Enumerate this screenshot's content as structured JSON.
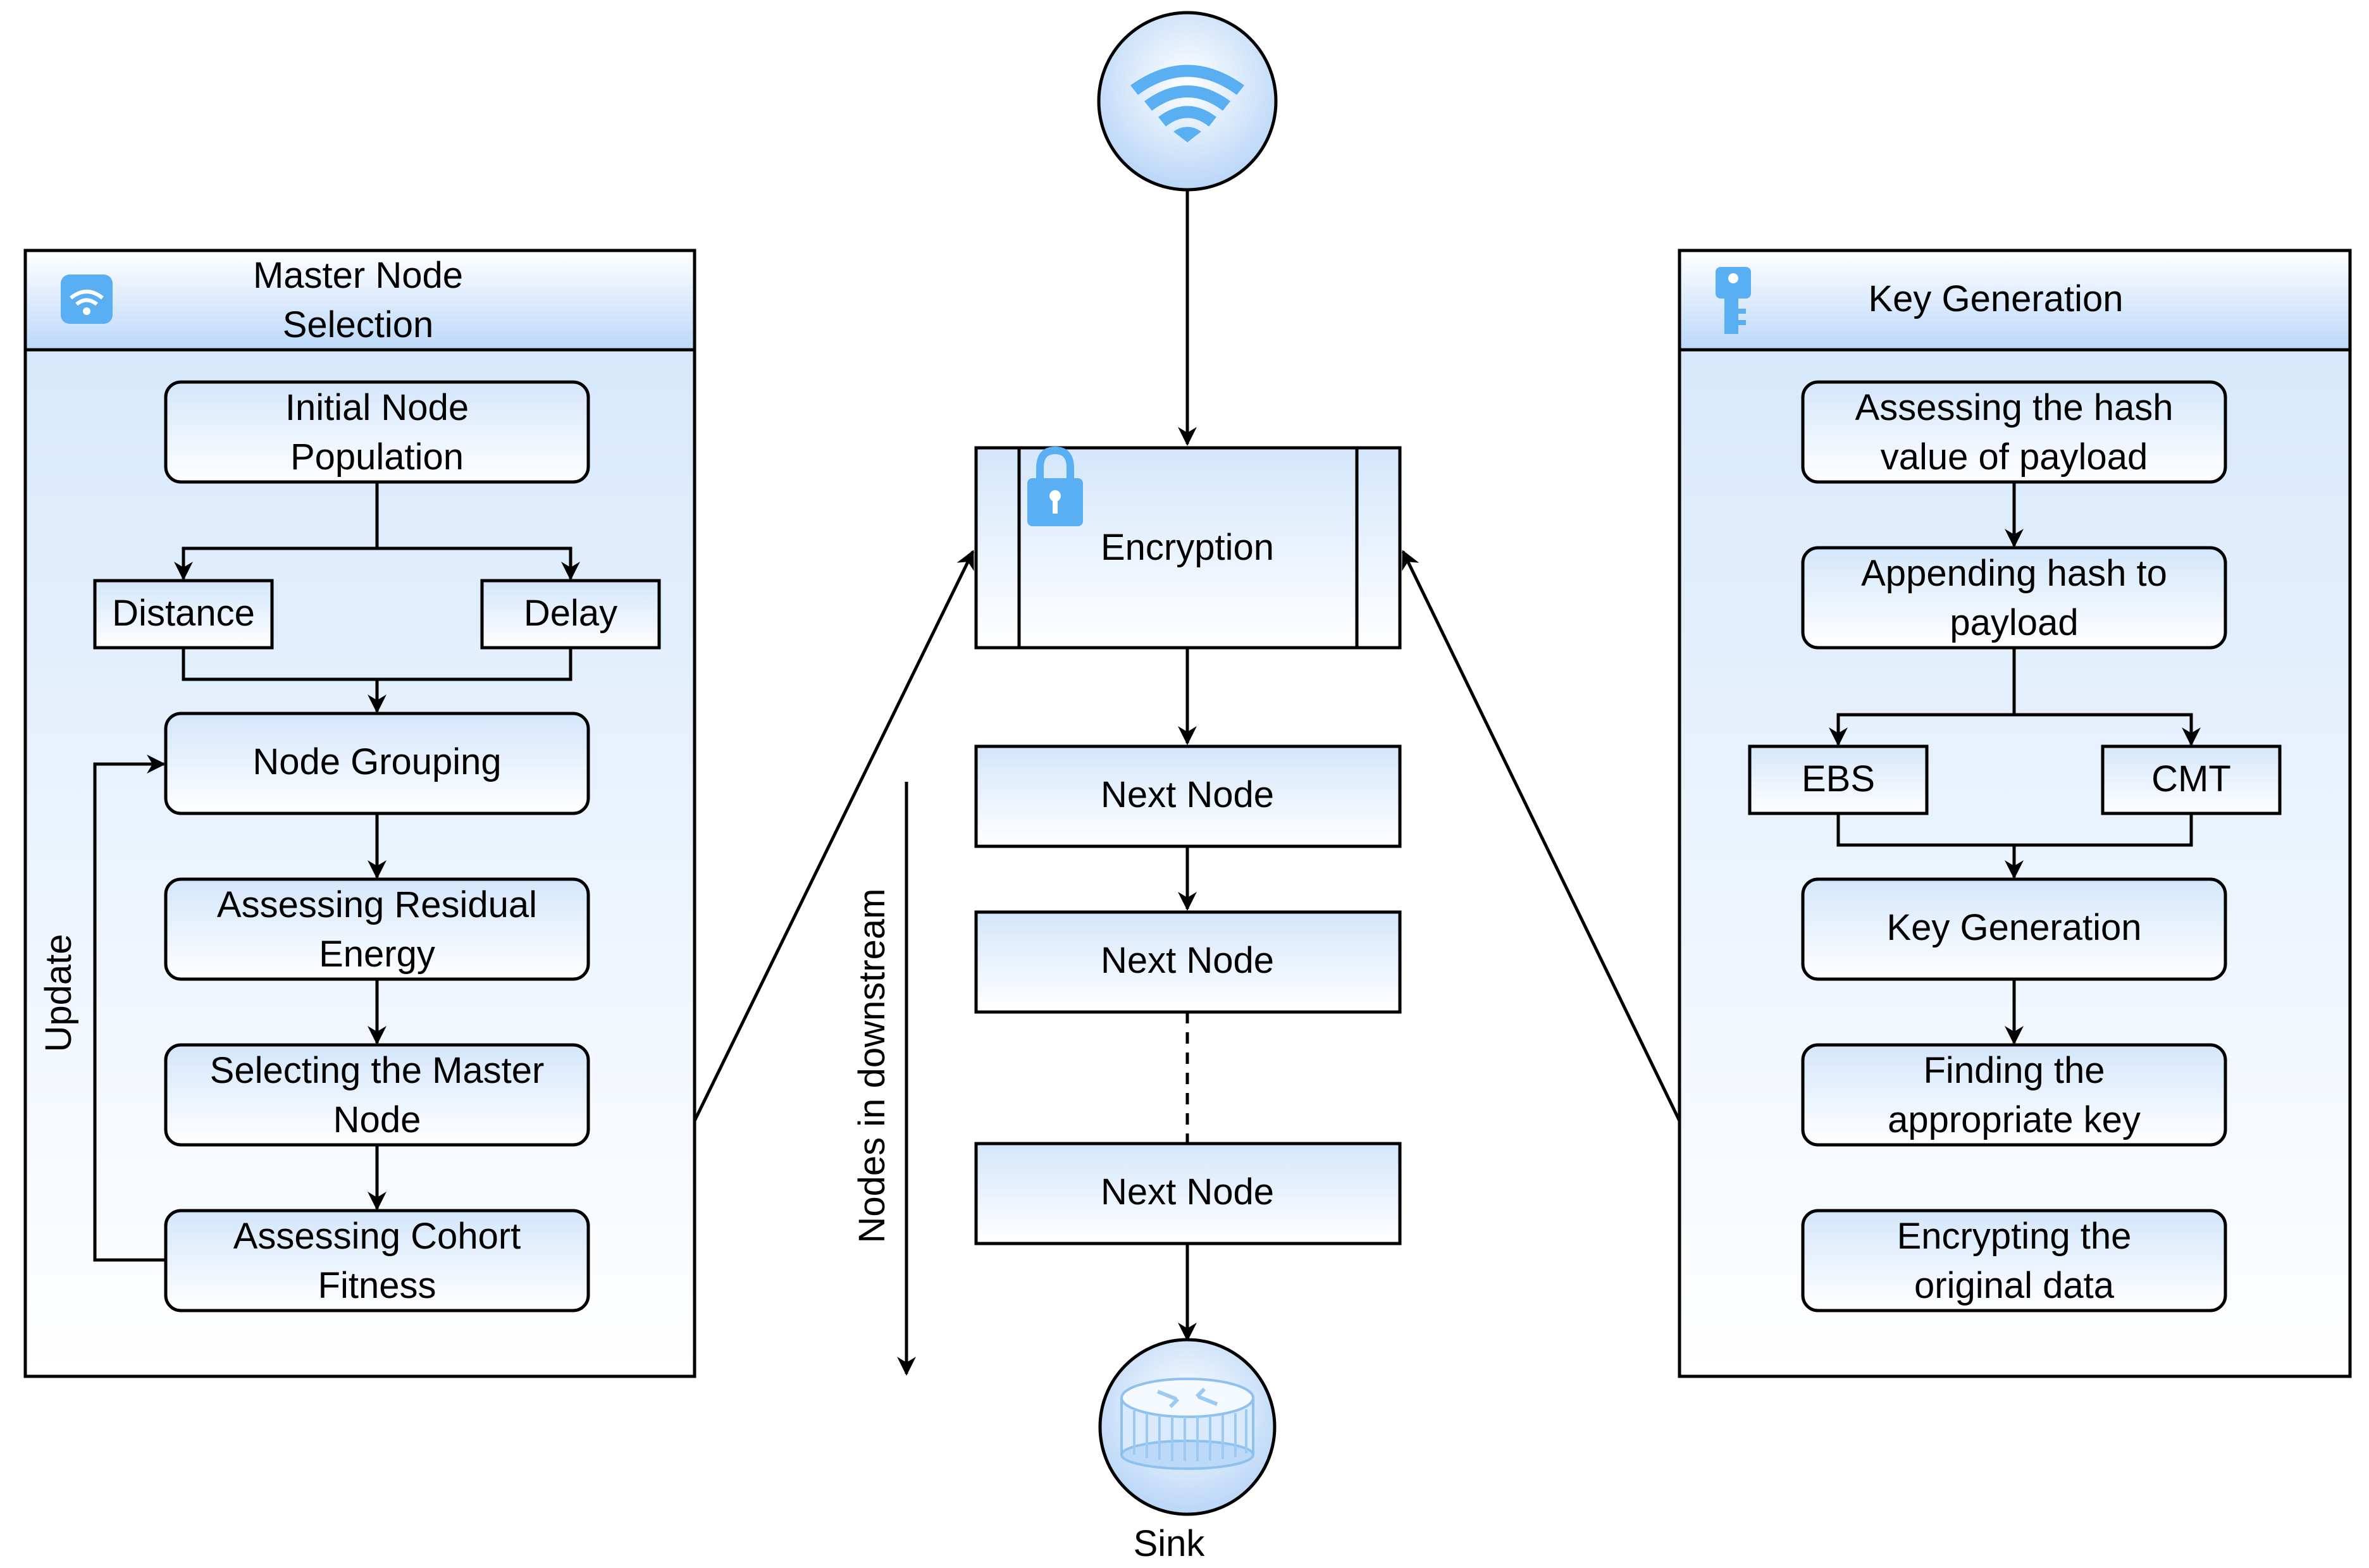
{
  "colors": {
    "panel_top": "#d4e6fb",
    "panel_bottom": "#ffffff",
    "accent_icon": "#5aaef2",
    "stroke": "#000000"
  },
  "left_panel": {
    "title_line1": "Master Node",
    "title_line2": "Selection",
    "icon": "wifi-icon",
    "initial_line1": "Initial Node",
    "initial_line2": "Population",
    "distance": "Distance",
    "delay": "Delay",
    "grouping": "Node Grouping",
    "residual_line1": "Assessing Residual",
    "residual_line2": "Energy",
    "select_line1": "Selecting the Master",
    "select_line2": "Node",
    "cohort_line1": "Assessing Cohort",
    "cohort_line2": "Fitness",
    "update_label": "Update"
  },
  "center": {
    "source_icon": "wifi-signal-icon",
    "encryption": "Encryption",
    "lock_icon": "lock-icon",
    "next_node_1": "Next Node",
    "next_node_2": "Next Node",
    "next_node_3": "Next Node",
    "downstream_label": "Nodes in downstream",
    "sink_icon": "router-icon",
    "sink_label": "Sink"
  },
  "right_panel": {
    "title": "Key Generation",
    "icon": "key-icon",
    "hash_line1": "Assessing the hash",
    "hash_line2": "value of payload",
    "append_line1": "Appending hash to",
    "append_line2": "payload",
    "ebs": "EBS",
    "cmt": "CMT",
    "keygen": "Key Generation",
    "finding_line1": "Finding the",
    "finding_line2": "appropriate key",
    "encrypting_line1": "Encrypting the",
    "encrypting_line2": "original data"
  }
}
